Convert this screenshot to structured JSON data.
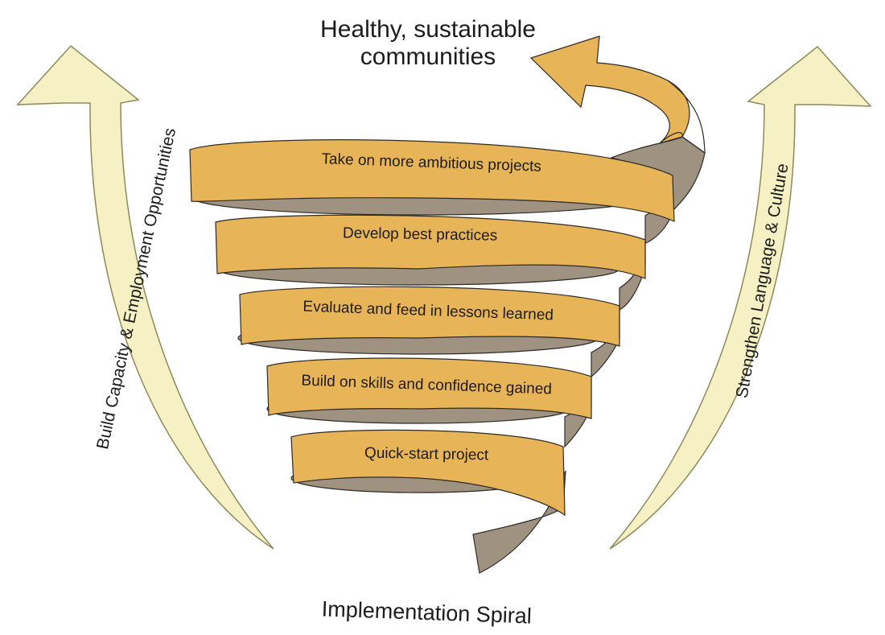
{
  "title": {
    "line1": "Healthy, sustainable",
    "line2": "communities"
  },
  "bottom_label": "Implementation Spiral",
  "left_arrow_label": "Build Capacity & Employment Opportunities",
  "right_arrow_label": "Strengthen Language & Culture",
  "spiral_steps": [
    "Take on more ambitious projects",
    "Develop best practices",
    "Evaluate and feed in lessons learned",
    "Build on skills and confidence gained",
    "Quick-start project"
  ],
  "colors": {
    "band_front": "#e8b458",
    "band_back": "#a09280",
    "band_stroke": "#2e2a25",
    "side_arrow_fill": "#f6f1c4",
    "side_arrow_stroke": "#8c8a5c"
  }
}
